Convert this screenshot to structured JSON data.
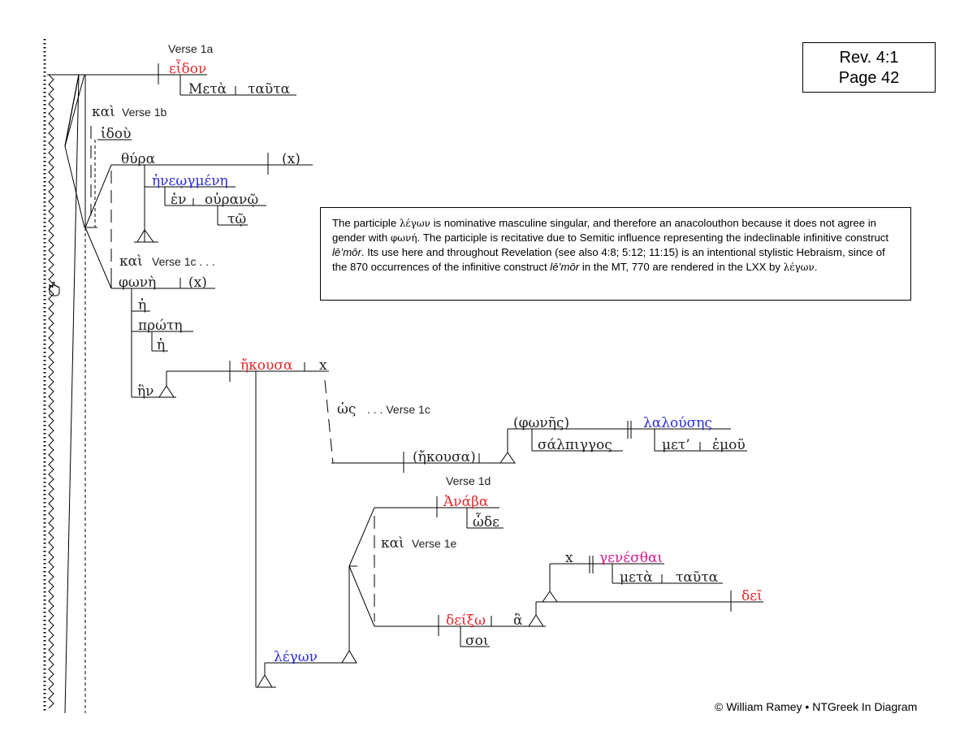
{
  "reference": {
    "line1": "Rev. 4:1",
    "line2": "Page 42"
  },
  "note": {
    "t1": "The participle ",
    "t2": "λέγων",
    "t3": " is nominative masculine singular, and therefore an anacolouthon because it does not agree in gender with ",
    "t4": "φωνή",
    "t5": ". The participle is recitative due to Semitic influence representing the indeclinable infinitive construct ",
    "t6": "lē’mōr",
    "t7": ". Its use here and throughout Revelation (see also 4:8; 5:12; 11:15) is an intentional stylistic Hebraism, since of the 870 occurrences of the infinitive construct ",
    "t8": "lē’mōr",
    "t9": " in the MT, 770 are rendered in the LXX by ",
    "t10": "λέγων",
    "t11": "."
  },
  "copyright": "© William Ramey • NTGreek In Diagram",
  "labels": {
    "v1a": "Verse 1a",
    "v1b": "Verse 1b",
    "v1c": "Verse 1c . . .",
    "v1c2": ". . . Verse 1c",
    "v1d": "Verse 1d",
    "v1e": "Verse 1e"
  },
  "words": {
    "eidon": "εἶδον",
    "meta1": "Μετὰ",
    "tauta1": "ταῦτα",
    "kai1": "καὶ",
    "idou": "ἰδοὺ",
    "thura": "θύρα",
    "x1": "(x)",
    "eneogmene": "ἠνεῳγμένη",
    "en": "ἐν",
    "ourano": "οὐρανῷ",
    "to": "τῷ",
    "kai2": "καὶ",
    "phone": "φωνὴ",
    "x2": "(x)",
    "he1": "ἡ",
    "prote": "πρώτη",
    "he2": "ἡ",
    "hen": "ἣν",
    "ekousa": "ἤκουσα",
    "x3": "x",
    "hos": "ὡς",
    "phones": "(φωνῆς)",
    "lalouses": "λαλούσης",
    "salpingos": "σάλπιγγος",
    "met": "μετ’",
    "emou": "ἐμοῦ",
    "ekousa2": "(ἤκουσα)",
    "anaba": "Ἀνάβα",
    "hode": "ὧδε",
    "kai3": "καὶ",
    "x4": "x",
    "genesthai": "γενέσθαι",
    "meta2": "μετὰ",
    "tauta2": "ταῦτα",
    "dei": "δεῖ",
    "deixo": "δείξω",
    "ha": "ἃ",
    "soi": "σοι",
    "legon": "λέγων"
  }
}
